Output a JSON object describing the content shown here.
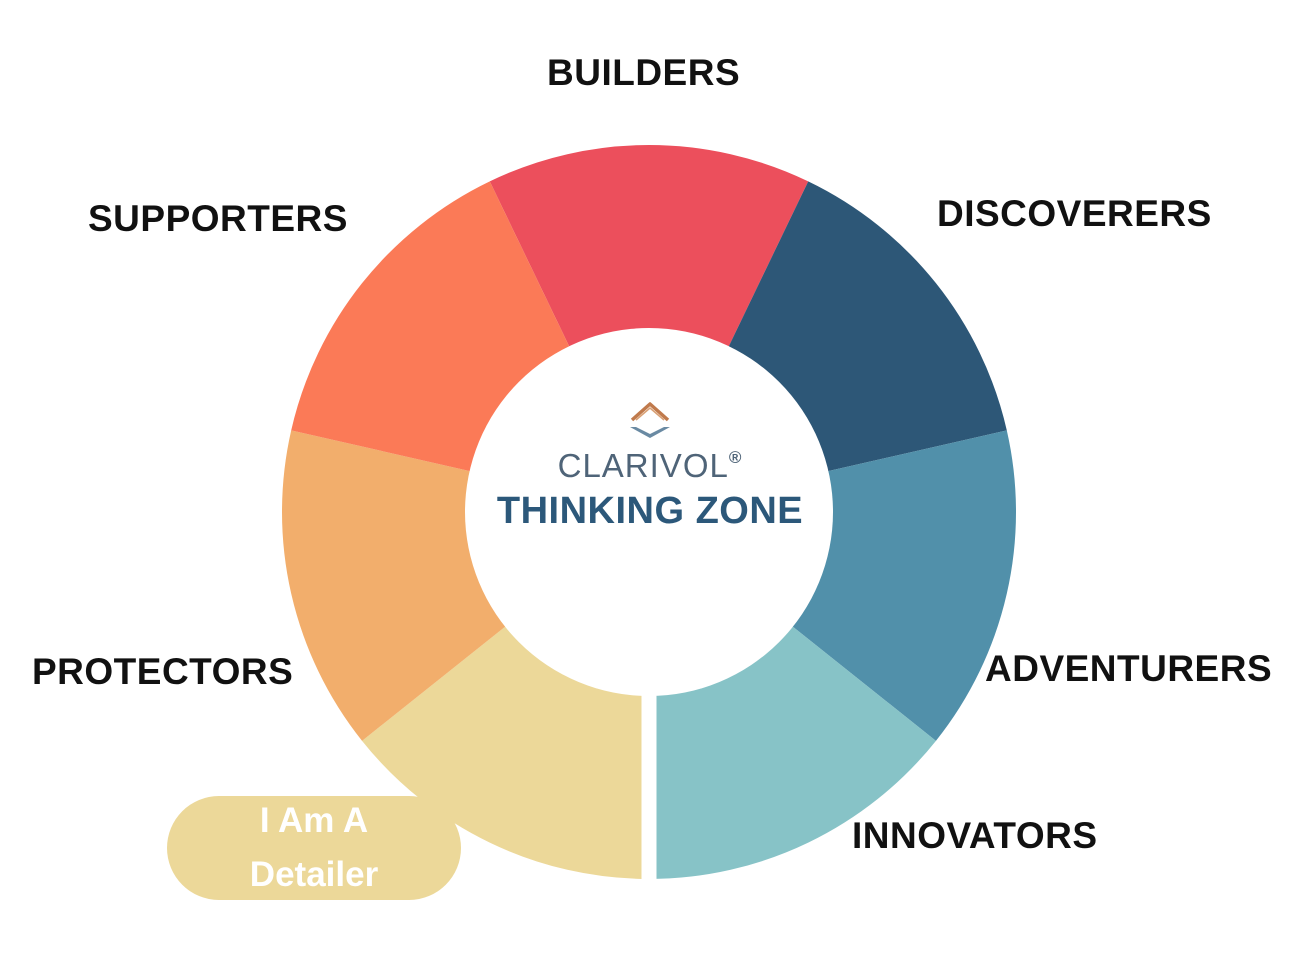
{
  "segments": [
    {
      "label": "BUILDERS",
      "color": "#ec4f5c"
    },
    {
      "label": "DISCOVERERS",
      "color": "#2d5777"
    },
    {
      "label": "ADVENTURERS",
      "color": "#5190aa"
    },
    {
      "label": "INNOVATORS",
      "color": "#87c3c7"
    },
    {
      "label": "",
      "color": "#ecd899"
    },
    {
      "label": "PROTECTORS",
      "color": "#f2ae6c"
    },
    {
      "label": "SUPPORTERS",
      "color": "#fb7a57"
    }
  ],
  "center": {
    "logo_icon": "clarivol-logo-icon",
    "brand": "CLARIVOL",
    "registered": "®",
    "title": "THINKING ZONE"
  },
  "badge": {
    "line1": "I Am A",
    "line2": "Detailer"
  }
}
